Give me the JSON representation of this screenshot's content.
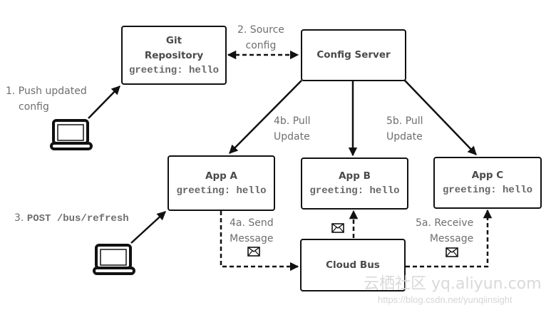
{
  "nodes": {
    "git_repo": {
      "title_line1": "Git",
      "title_line2": "Repository",
      "config": "greeting: hello"
    },
    "config_server": {
      "title": "Config Server"
    },
    "app_a": {
      "title": "App A",
      "config": "greeting: hello"
    },
    "app_b": {
      "title": "App B",
      "config": "greeting: hello"
    },
    "app_c": {
      "title": "App C",
      "config": "greeting: hello"
    },
    "cloud_bus": {
      "title": "Cloud Bus"
    }
  },
  "steps": {
    "step1": {
      "line1": "1. Push updated",
      "line2": "config"
    },
    "step2": {
      "line1": "2. Source",
      "line2": "config"
    },
    "step3": {
      "prefix": "3.",
      "command": "POST /bus/refresh"
    },
    "step4a": {
      "line1": "4a. Send",
      "line2": "Message"
    },
    "step4b": {
      "line1": "4b. Pull",
      "line2": "Update"
    },
    "step5a": {
      "line1": "5a. Receive",
      "line2": "Message"
    },
    "step5b": {
      "line1": "5b. Pull",
      "line2": "Update"
    }
  },
  "icons": {
    "laptop": "laptop-icon",
    "envelope": "envelope-icon"
  },
  "watermark": {
    "line1": "云栖社区 yq.aliyun.com",
    "line2": "https://blog.csdn.net/yunqiinsight"
  }
}
